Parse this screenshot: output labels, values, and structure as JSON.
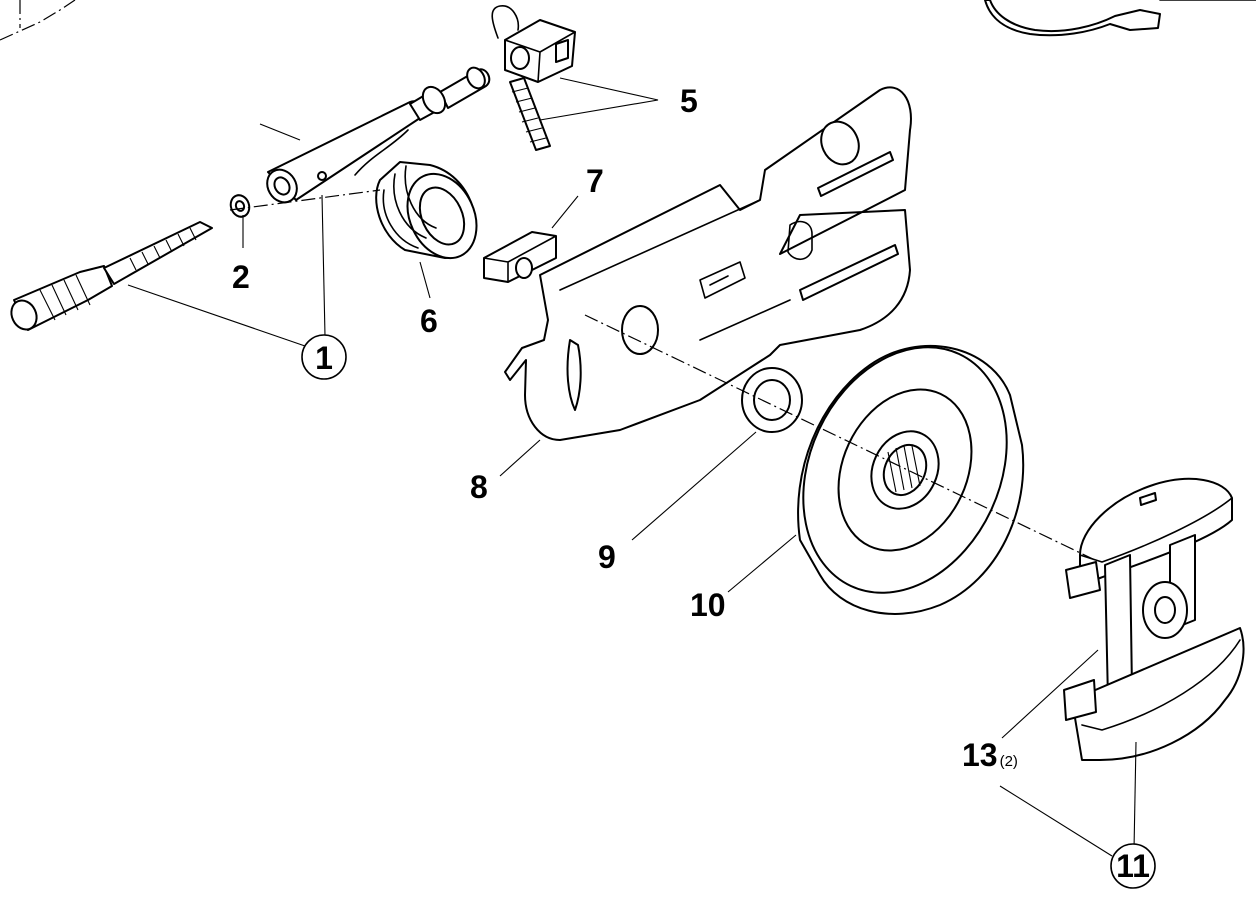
{
  "labels": {
    "l1": "1",
    "l2": "2",
    "l5": "5",
    "l6": "6",
    "l7": "7",
    "l8": "8",
    "l9": "9",
    "l10": "10",
    "l11": "11",
    "l13": "13",
    "l13_qty": "(2)"
  },
  "colors": {
    "line": "#000000",
    "background": "#ffffff",
    "shading": "#d9d9d9"
  }
}
